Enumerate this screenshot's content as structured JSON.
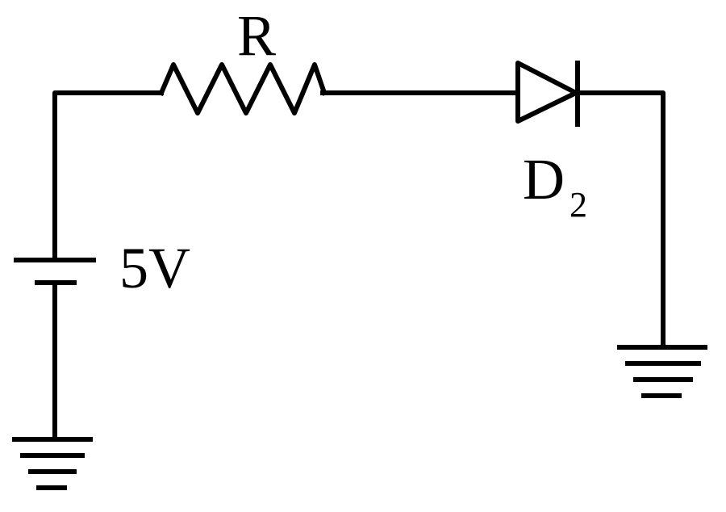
{
  "diagram": {
    "type": "circuit",
    "components": {
      "resistor": {
        "label": "R"
      },
      "battery": {
        "label": "5V"
      },
      "diode": {
        "label": "D",
        "subscript": "2"
      },
      "ground_left": {
        "symbol": "ground-icon"
      },
      "ground_right": {
        "symbol": "ground-icon"
      }
    },
    "colors": {
      "line": "#000000",
      "background": "#ffffff"
    }
  }
}
